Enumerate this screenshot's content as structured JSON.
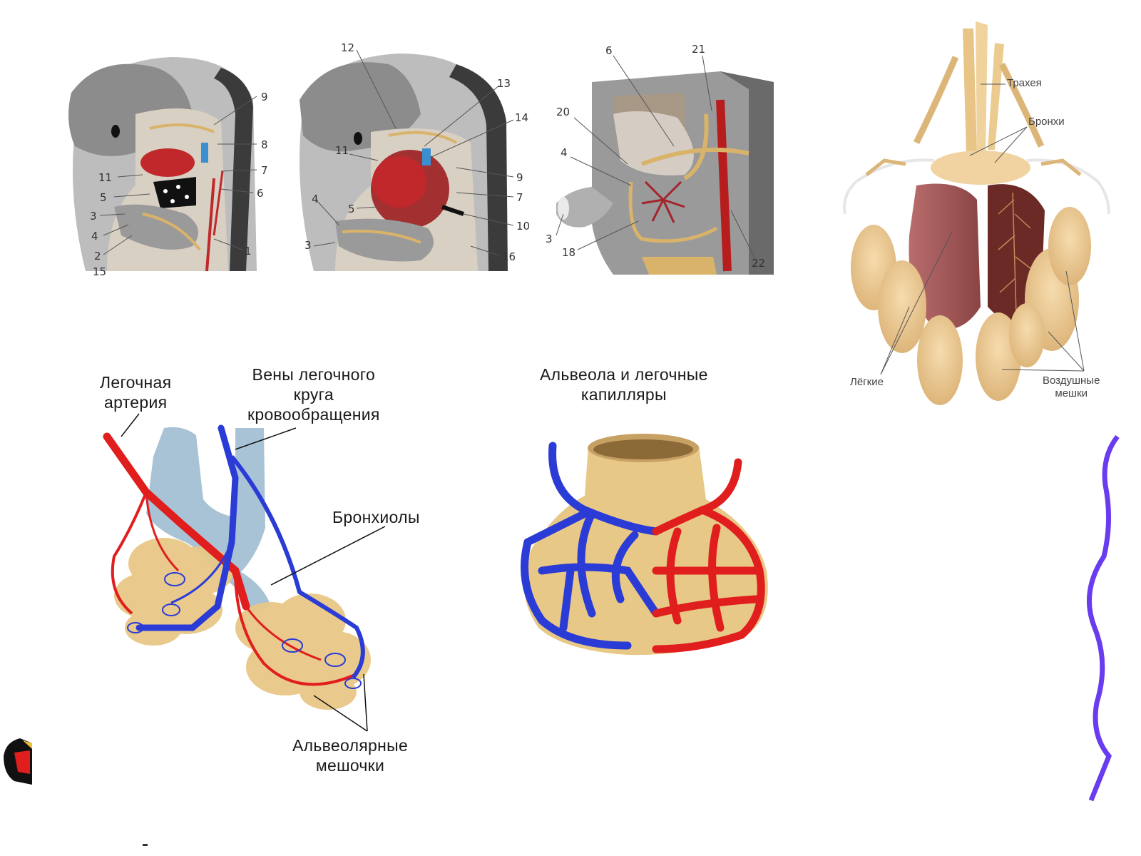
{
  "embryo_numbers": {
    "e1": [
      "9",
      "8",
      "7",
      "6",
      "11",
      "5",
      "3",
      "4",
      "2",
      "1",
      "15"
    ],
    "e2": [
      "12",
      "13",
      "14",
      "11",
      "9",
      "7",
      "5",
      "10",
      "4",
      "3",
      "16"
    ],
    "e3": [
      "6",
      "21",
      "20",
      "4",
      "3",
      "18",
      "22"
    ]
  },
  "bird": {
    "trachea": "Трахея",
    "bronchi": "Бронхи",
    "lungs": "Лёгкие",
    "air_sacs_line1": "Воздушные",
    "air_sacs_line2": "мешки"
  },
  "lung_diagram": {
    "artery_line1": "Легочная",
    "artery_line2": "артерия",
    "veins_line1": "Вены легочного",
    "veins_line2": "круга",
    "veins_line3": "кровообращения",
    "bronchioles": "Бронхиолы",
    "sacs_line1": "Альвеолярные",
    "sacs_line2": "мешочки"
  },
  "alveolus": {
    "title_line1": "Альвеола и легочные",
    "title_line2": "капилляры"
  },
  "colors": {
    "artery": "#e01e1e",
    "vein": "#2a3bd6",
    "tissue": "#e8c886",
    "bronchi": "#a9c3d6",
    "wavy_line": "#6a3cf0"
  }
}
